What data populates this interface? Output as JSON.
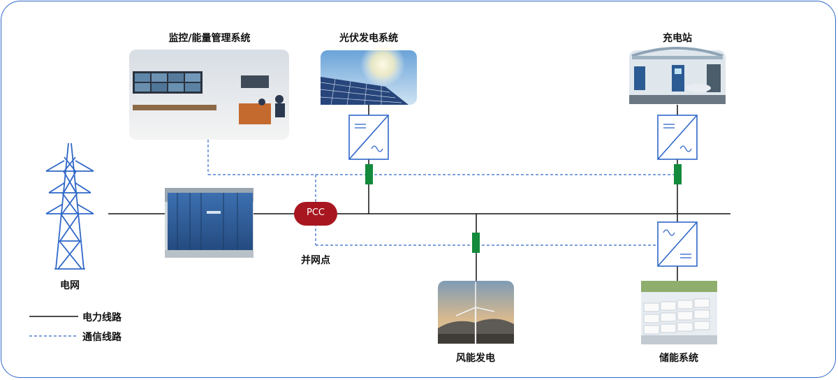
{
  "labels": {
    "monitoring": "监控/能量管理系统",
    "pv": "光伏发电系统",
    "charging": "充电站",
    "grid": "电网",
    "poc": "并网点",
    "wind": "风能发电",
    "storage": "储能系统"
  },
  "pcc_label": "PCC",
  "legend": {
    "power_line": "电力线路",
    "comm_line": "通信线路"
  },
  "colors": {
    "power_line": "#111111",
    "comm_line": "#2f67c8",
    "pcc": "#a8161f",
    "meter": "#138a3c",
    "frame": "#2f67c8"
  }
}
